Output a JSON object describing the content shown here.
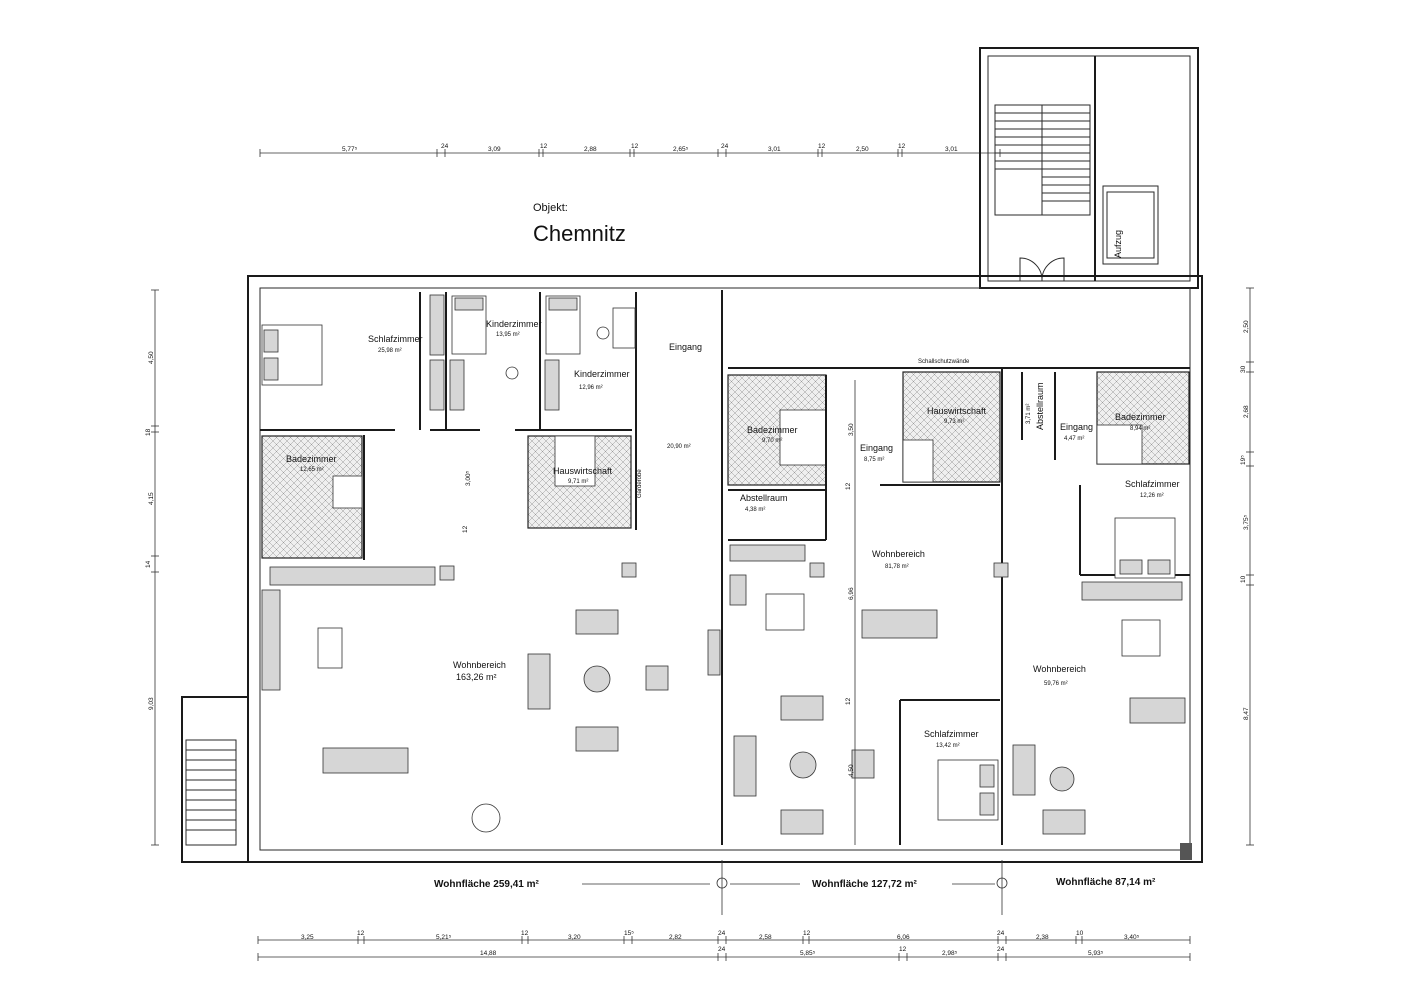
{
  "header": {
    "object_label": "Objekt:",
    "object_name": "Chemnitz"
  },
  "rooms": {
    "schlafzimmer_1": {
      "label": "Schlafzimmer",
      "area": "25,98 m²"
    },
    "kinderzimmer_1": {
      "label": "Kinderzimmer",
      "area": "13,95 m²"
    },
    "kinderzimmer_2": {
      "label": "Kinderzimmer",
      "area": "12,96 m²"
    },
    "eingang_1": {
      "label": "Eingang",
      "area": "20,90 m²"
    },
    "badezimmer_1": {
      "label": "Badezimmer",
      "area": "12,65 m²"
    },
    "hauswirtschaft_1": {
      "label": "Hauswirtschaft",
      "area": "9,71 m²"
    },
    "garderobe": {
      "label": "Garderobe"
    },
    "wohnbereich_1": {
      "label": "Wohnbereich",
      "area": "163,26 m²"
    },
    "badezimmer_2": {
      "label": "Badezimmer",
      "area": "9,70 m²"
    },
    "eingang_2": {
      "label": "Eingang",
      "area": "8,75 m²"
    },
    "hauswirtschaft_2": {
      "label": "Hauswirtschaft",
      "area": "9,73 m²"
    },
    "abstellraum_1": {
      "label": "Abstellraum",
      "area": "4,38 m²"
    },
    "wohnbereich_2": {
      "label": "Wohnbereich",
      "area": "81,78 m²"
    },
    "schlafzimmer_2": {
      "label": "Schlafzimmer",
      "area": "13,42 m²"
    },
    "abstellraum_2": {
      "label": "Abstellraum",
      "area": "3,71 m²"
    },
    "eingang_3": {
      "label": "Eingang",
      "area": "4,47 m²"
    },
    "badezimmer_3": {
      "label": "Badezimmer",
      "area": "8,94 m²"
    },
    "schlafzimmer_3": {
      "label": "Schlafzimmer",
      "area": "12,26 m²"
    },
    "wohnbereich_3": {
      "label": "Wohnbereich",
      "area": "59,76 m²"
    },
    "aufzug": {
      "label": "Aufzug"
    },
    "schallschutz": {
      "label": "Schallschutzwände"
    }
  },
  "totals": {
    "unit1": "Wohnfläche 259,41 m²",
    "unit2": "Wohnfläche 127,72 m²",
    "unit3": "Wohnfläche 87,14 m²"
  },
  "dims": {
    "top": [
      "5,77⁵",
      "24",
      "3,09",
      "12",
      "2,88",
      "12",
      "2,65⁵",
      "24",
      "3,01",
      "12",
      "2,50",
      "12",
      "3,01"
    ],
    "bottom1": [
      "3,25",
      "12",
      "5,21⁵",
      "12",
      "3,20",
      "15⁵",
      "2,82",
      "24",
      "2,58",
      "12",
      "6,06",
      "24",
      "2,38",
      "10",
      "3,40⁵"
    ],
    "bottom2": [
      "14,88",
      "24",
      "5,85⁵",
      "12",
      "2,98⁵",
      "24",
      "5,93⁵"
    ],
    "left": [
      "4,50",
      "18",
      "4,15",
      "14",
      "9,03"
    ],
    "right": [
      "2,50",
      "30",
      "2,68",
      "19⁵",
      "3,75⁵",
      "10",
      "8,47"
    ],
    "inner": [
      "3,00⁵",
      "12",
      "3,50",
      "12",
      "6,96",
      "12",
      "4,50"
    ]
  }
}
